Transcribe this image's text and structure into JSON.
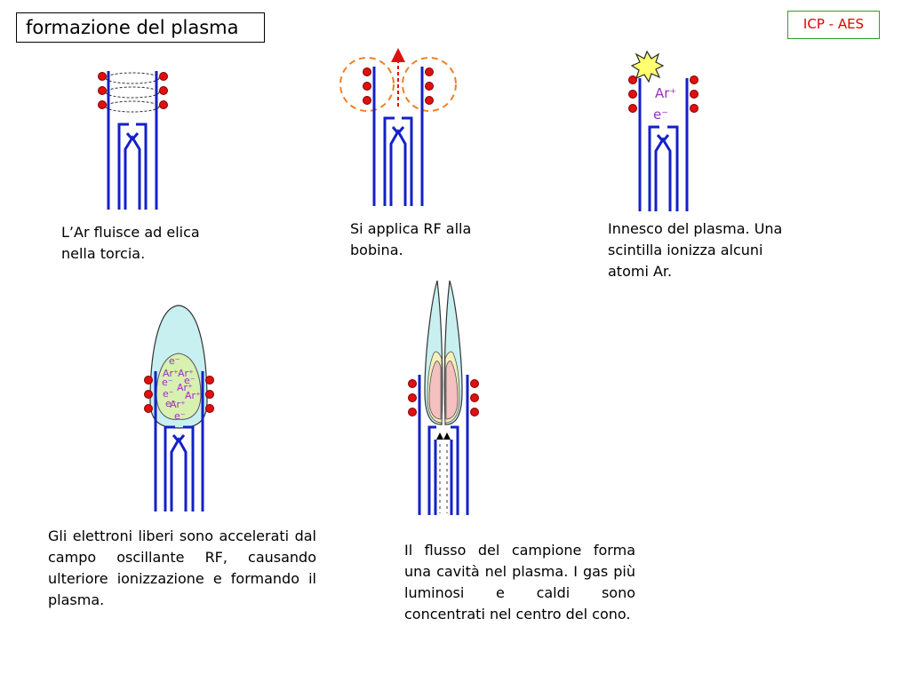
{
  "slide": {
    "title": "formazione del plasma",
    "tag": "ICP - AES"
  },
  "steps": [
    {
      "caption": "L’Ar fluisce ad elica nella torcia."
    },
    {
      "caption": "Si applica RF alla bobina."
    },
    {
      "caption": "Innesco del plasma. Una scintilla ionizza alcuni atomi Ar.",
      "ion_label": "Ar⁺",
      "electron_label": "e⁻"
    },
    {
      "caption": "Gli elettroni liberi sono accelerati dal campo oscillante RF, causando ulteriore ionizzazione e formando il plasma.",
      "particles": [
        "e⁻",
        "Ar⁺",
        "e⁻",
        "Ar⁺",
        "e⁻",
        "Ar⁺",
        "e⁻",
        "Ar⁺",
        "e⁻",
        "Ar⁺",
        "e⁻"
      ]
    },
    {
      "caption": "Il flusso del campione forma una cavità nel plasma. I gas più luminosi e caldi sono concentrati nel centro del cono."
    }
  ],
  "colors": {
    "torch": "#1420c8",
    "coil": "#e01010",
    "rf_field": "#f08020",
    "plasma_outer": "#c8f0f0",
    "plasma_inner": "#d8f0b0",
    "plasma_hot": "#f4c0c0",
    "plasma_warm": "#f4f0b8",
    "labels": "#9b2fbf"
  }
}
